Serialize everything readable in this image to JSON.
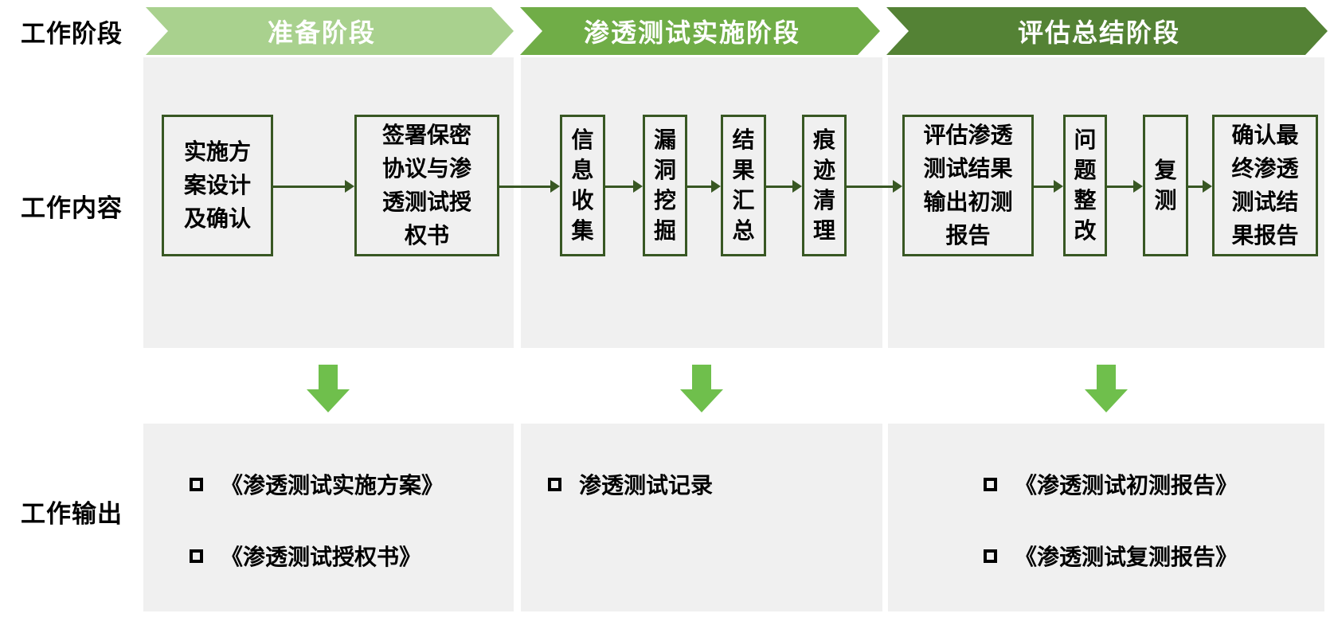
{
  "row_labels": {
    "phase": "工作阶段",
    "content": "工作内容",
    "output": "工作输出"
  },
  "columns": [
    {
      "phase": "准备阶段",
      "steps": [
        "实施方\n案设计\n及确认",
        "签署保密\n协议与渗\n透测试授\n权书"
      ],
      "outputs": [
        "《渗透测试实施方案》",
        "《渗透测试授权书》"
      ]
    },
    {
      "phase": "渗透测试实施阶段",
      "steps": [
        "信\n息\n收\n集",
        "漏\n洞\n挖\n掘",
        "结\n果\n汇\n总",
        "痕\n迹\n清\n理"
      ],
      "outputs": [
        "渗透测试记录"
      ]
    },
    {
      "phase": "评估总结阶段",
      "steps": [
        "评估渗透\n测试结果\n输出初测\n报告",
        "问\n题\n整\n改",
        "复\n测",
        "确认最\n终渗透\n测试结\n果报告"
      ],
      "outputs": [
        "《渗透测试初测报告》",
        "《渗透测试复测报告》"
      ]
    }
  ],
  "colors": {
    "banner_light": "#A9D18E",
    "banner_mid": "#70AD47",
    "banner_dark": "#548235",
    "box_border": "#385723",
    "flow_arrow": "#385723",
    "down_arrow": "#6FBF4C",
    "panel_bg": "#F0F0F0",
    "text_black": "#000000"
  }
}
